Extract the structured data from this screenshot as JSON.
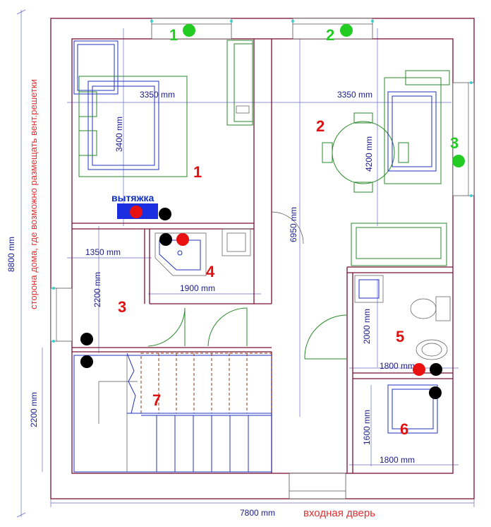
{
  "dimensions": {
    "total_height": "8800 mm",
    "total_width": "7800 mm",
    "room1_width": "3350 mm",
    "room1_depth": "3400 mm",
    "room2_width": "3350 mm",
    "room2_depth": "4200 mm",
    "corridor_length": "6950 mm",
    "room3_width": "1350 mm",
    "room3_depth": "2200 mm",
    "room4_width": "1900 mm",
    "room5_depth": "2000 mm",
    "room5_width": "1800 mm",
    "room6_depth": "1600 mm",
    "room6_width": "1800 mm",
    "stair_depth": "2200 mm"
  },
  "room_numbers": [
    "1",
    "2",
    "3",
    "4",
    "5",
    "6",
    "7"
  ],
  "vent_numbers": [
    "1",
    "2",
    "3"
  ],
  "hood_label": "вытяжка",
  "side_note": "сторона дома, где возможно размещать вент.решетки",
  "entrance_label": "входная дверь",
  "colors": {
    "room_number": "#e01010",
    "vent_marker": "#22cc22",
    "hood_box": "#1a2ee0",
    "red_dot": "#e81010",
    "black_dot": "#000000",
    "wall": "#7a1030",
    "furniture": "#2a8a2a"
  }
}
